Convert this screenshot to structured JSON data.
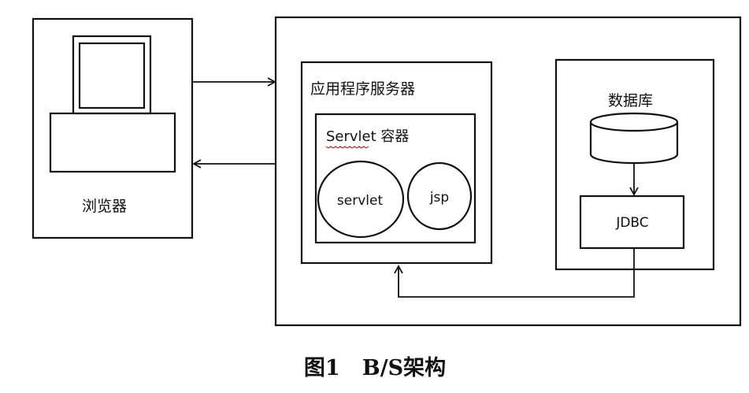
{
  "browser": {
    "label": "浏览器"
  },
  "server": {
    "label": "应用程序服务器"
  },
  "container": {
    "label_prefix": "Servlet",
    "label_suffix": " 容器",
    "servlet_label": "servlet",
    "jsp_label": "jsp"
  },
  "database": {
    "label": "数据库",
    "jdbc_label": "JDBC"
  },
  "caption": {
    "text": "图1   B/S架构"
  },
  "colors": {
    "line": "#111111",
    "spellcheck": "#cc0000",
    "background": "#ffffff"
  }
}
